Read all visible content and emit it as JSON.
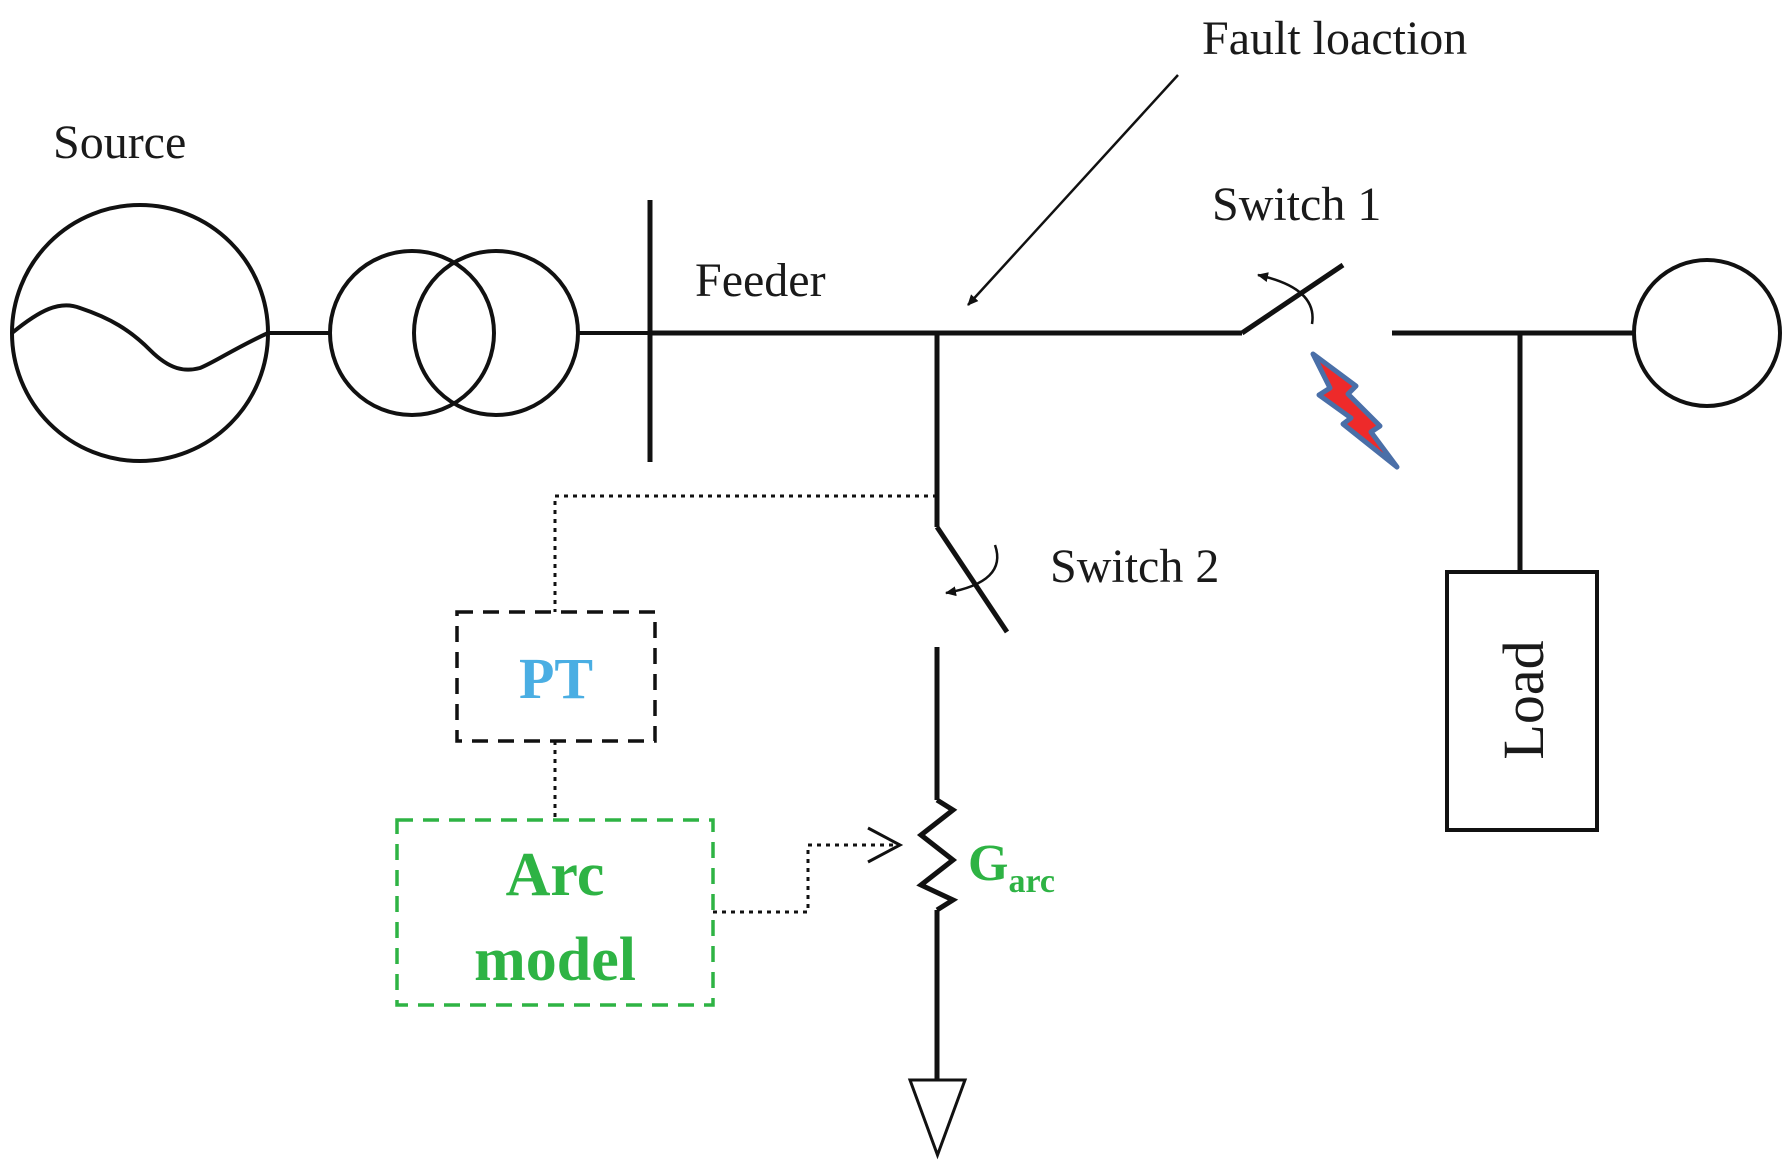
{
  "labels": {
    "source": "Source",
    "feeder": "Feeder",
    "fault_location": "Fault loaction",
    "switch1": "Switch 1",
    "switch2": "Switch 2",
    "load": "Load",
    "pt": "PT",
    "arc_line1": "Arc",
    "arc_line2": "model",
    "g_main": "G",
    "g_sub": "arc"
  },
  "colors": {
    "pt_text": "#4aaee3",
    "arc_model": "#2eb344",
    "fault_bolt_fill": "#ee2a2a",
    "fault_bolt_outline": "#4a6fa8"
  },
  "icons": {
    "fault": "lightning-bolt-icon",
    "ground": "ground-icon",
    "source": "ac-source-icon"
  }
}
